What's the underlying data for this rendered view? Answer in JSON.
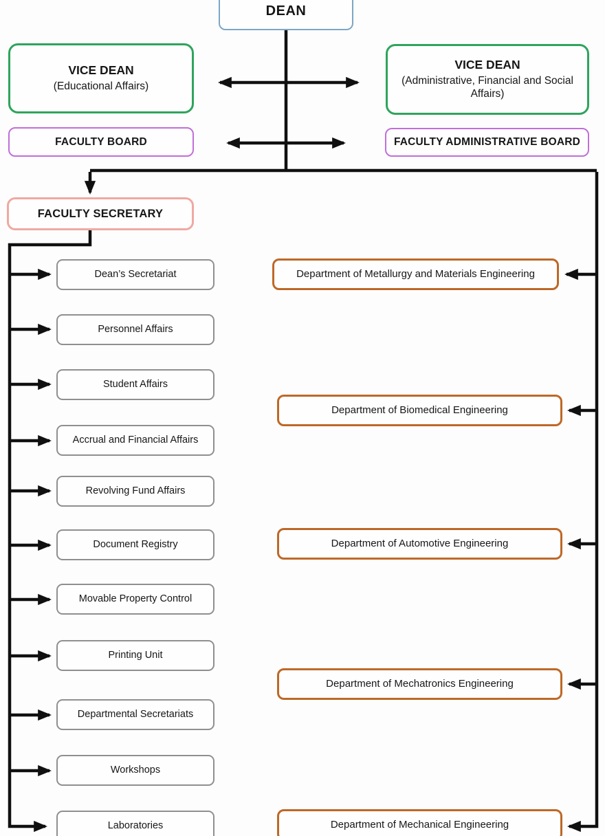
{
  "diagram": {
    "dean": {
      "label": "DEAN"
    },
    "vice_dean_educational": {
      "title": "VICE DEAN",
      "subtitle": "(Educational Affairs)"
    },
    "vice_dean_administrative": {
      "title": "VICE DEAN",
      "subtitle": "(Administrative, Financial and Social Affairs)"
    },
    "faculty_board": {
      "label": "FACULTY BOARD"
    },
    "faculty_administrative_board": {
      "label": "FACULTY ADMINISTRATIVE BOARD"
    },
    "faculty_secretary": {
      "label": "FACULTY SECRETARY"
    },
    "administrative_units": [
      {
        "label": "Dean’s Secretariat"
      },
      {
        "label": "Personnel Affairs"
      },
      {
        "label": "Student Affairs"
      },
      {
        "label": "Accrual and Financial Affairs"
      },
      {
        "label": "Revolving Fund Affairs"
      },
      {
        "label": "Document Registry"
      },
      {
        "label": "Movable Property Control"
      },
      {
        "label": "Printing Unit"
      },
      {
        "label": "Departmental Secretariats"
      },
      {
        "label": "Workshops"
      },
      {
        "label": "Laboratories"
      }
    ],
    "departments": [
      {
        "label": "Department of Metallurgy and Materials Engineering"
      },
      {
        "label": "Department of Biomedical Engineering"
      },
      {
        "label": "Department of Automotive Engineering"
      },
      {
        "label": "Department of Mechatronics Engineering"
      },
      {
        "label": "Department of Mechanical Engineering"
      }
    ],
    "colors": {
      "dean_border": "#7ca6c6",
      "vice_dean_border": "#2ea45c",
      "board_border": "#c06fd9",
      "secretary_border": "#f0a8a2",
      "unit_border": "#8f8f8f",
      "department_border": "#bd6827",
      "connector": "#101010"
    }
  }
}
